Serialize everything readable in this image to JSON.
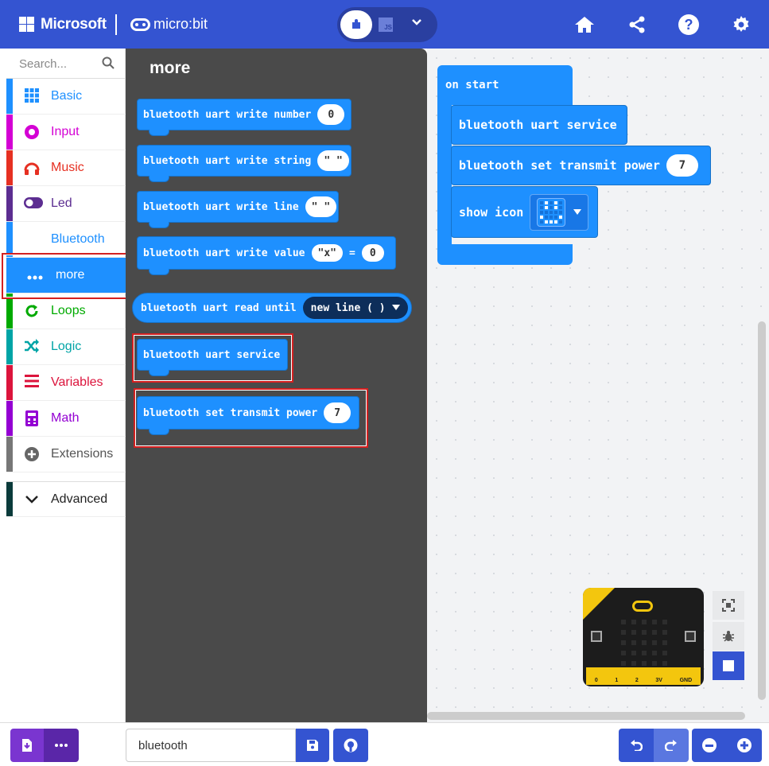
{
  "header": {
    "brand": "Microsoft",
    "product": "micro:bit",
    "mode_js_label": "JS",
    "colors": {
      "header_bg": "#3454d1",
      "accent": "#1e90ff"
    }
  },
  "toolbox": {
    "search_placeholder": "Search...",
    "categories": [
      {
        "label": "Basic",
        "color": "#1e90ff",
        "icon": "grid-icon"
      },
      {
        "label": "Input",
        "color": "#d400d4",
        "icon": "target-icon"
      },
      {
        "label": "Music",
        "color": "#e63022",
        "icon": "headphones-icon"
      },
      {
        "label": "Led",
        "color": "#5c2d91",
        "icon": "toggle-icon"
      },
      {
        "label": "Bluetooth",
        "color": "#1e90ff",
        "icon": ""
      },
      {
        "label": "more",
        "color": "#1e90ff",
        "icon": "dots-icon"
      },
      {
        "label": "Loops",
        "color": "#00aa00",
        "icon": "loop-icon"
      },
      {
        "label": "Logic",
        "color": "#00a4a6",
        "icon": "shuffle-icon"
      },
      {
        "label": "Variables",
        "color": "#dc143c",
        "icon": "list-icon"
      },
      {
        "label": "Math",
        "color": "#9400d3",
        "icon": "calculator-icon"
      },
      {
        "label": "Extensions",
        "color": "#777777",
        "icon": "plus-circle-icon"
      },
      {
        "label": "Advanced",
        "color": "#0b3b3b",
        "icon": "chevron-down-icon"
      }
    ]
  },
  "flyout": {
    "title": "more",
    "blocks": [
      {
        "label": "bluetooth uart write number",
        "arg": "0"
      },
      {
        "label": "bluetooth uart write string",
        "arg": "\" \""
      },
      {
        "label": "bluetooth uart write line",
        "arg": "\" \""
      },
      {
        "label": "bluetooth uart write value",
        "arg": "\"x\"",
        "eq": "=",
        "arg2": "0"
      },
      {
        "label": "bluetooth uart read until",
        "dropdown": "new line ( )"
      },
      {
        "label": "bluetooth uart service"
      },
      {
        "label": "bluetooth set transmit power",
        "arg": "7"
      }
    ]
  },
  "workspace": {
    "on_start": "on start",
    "blocks": [
      {
        "label": "bluetooth uart service"
      },
      {
        "label": "bluetooth set transmit power",
        "arg": "7"
      },
      {
        "label": "show icon"
      }
    ]
  },
  "simulator": {
    "pins": [
      "0",
      "1",
      "2",
      "3V",
      "GND"
    ]
  },
  "bottom": {
    "project_name": "bluetooth"
  }
}
